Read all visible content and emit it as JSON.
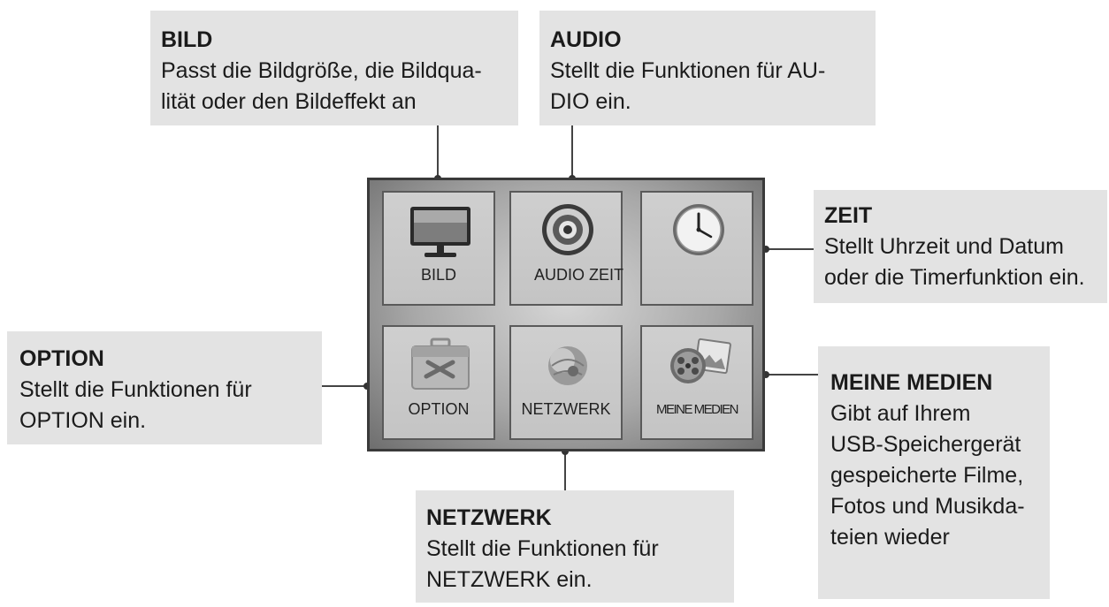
{
  "callouts": {
    "bild": {
      "title": "BILD",
      "desc": "Passt die Bildgröße, die Bildqua-\nlität oder den Bildeffekt an"
    },
    "audio": {
      "title": "AUDIO",
      "desc": "Stellt die Funktionen für AU-\nDIO ein."
    },
    "zeit": {
      "title": "ZEIT",
      "desc": "Stellt Uhrzeit und Datum\noder die Timerfunktion ein."
    },
    "option": {
      "title": "OPTION",
      "desc": "Stellt die Funktionen für\nOPTION ein."
    },
    "netzwerk": {
      "title": "NETZWERK",
      "desc": "Stellt die Funktionen für\nNETZWERK ein."
    },
    "medien": {
      "title": "MEINE MEDIEN",
      "desc": "Gibt auf Ihrem\nUSB-Speichergerät\ngespeicherte Filme,\nFotos und Musikda-\nteien wieder"
    }
  },
  "menu": {
    "tiles": [
      {
        "label": "BILD",
        "icon": "tv-icon"
      },
      {
        "label": "AUDIO ZEIT",
        "icon": "speaker-icon"
      },
      {
        "label": "",
        "icon": "clock-icon"
      },
      {
        "label": "OPTION",
        "icon": "toolbox-icon"
      },
      {
        "label": "NETZWERK",
        "icon": "globe-icon"
      },
      {
        "label": "MEINE MEDIEN",
        "icon": "media-icon"
      }
    ]
  },
  "colors": {
    "callout_bg": "#e3e3e3",
    "tile_bg": "#c8c8c8",
    "panel_border": "#3a3a3a"
  }
}
